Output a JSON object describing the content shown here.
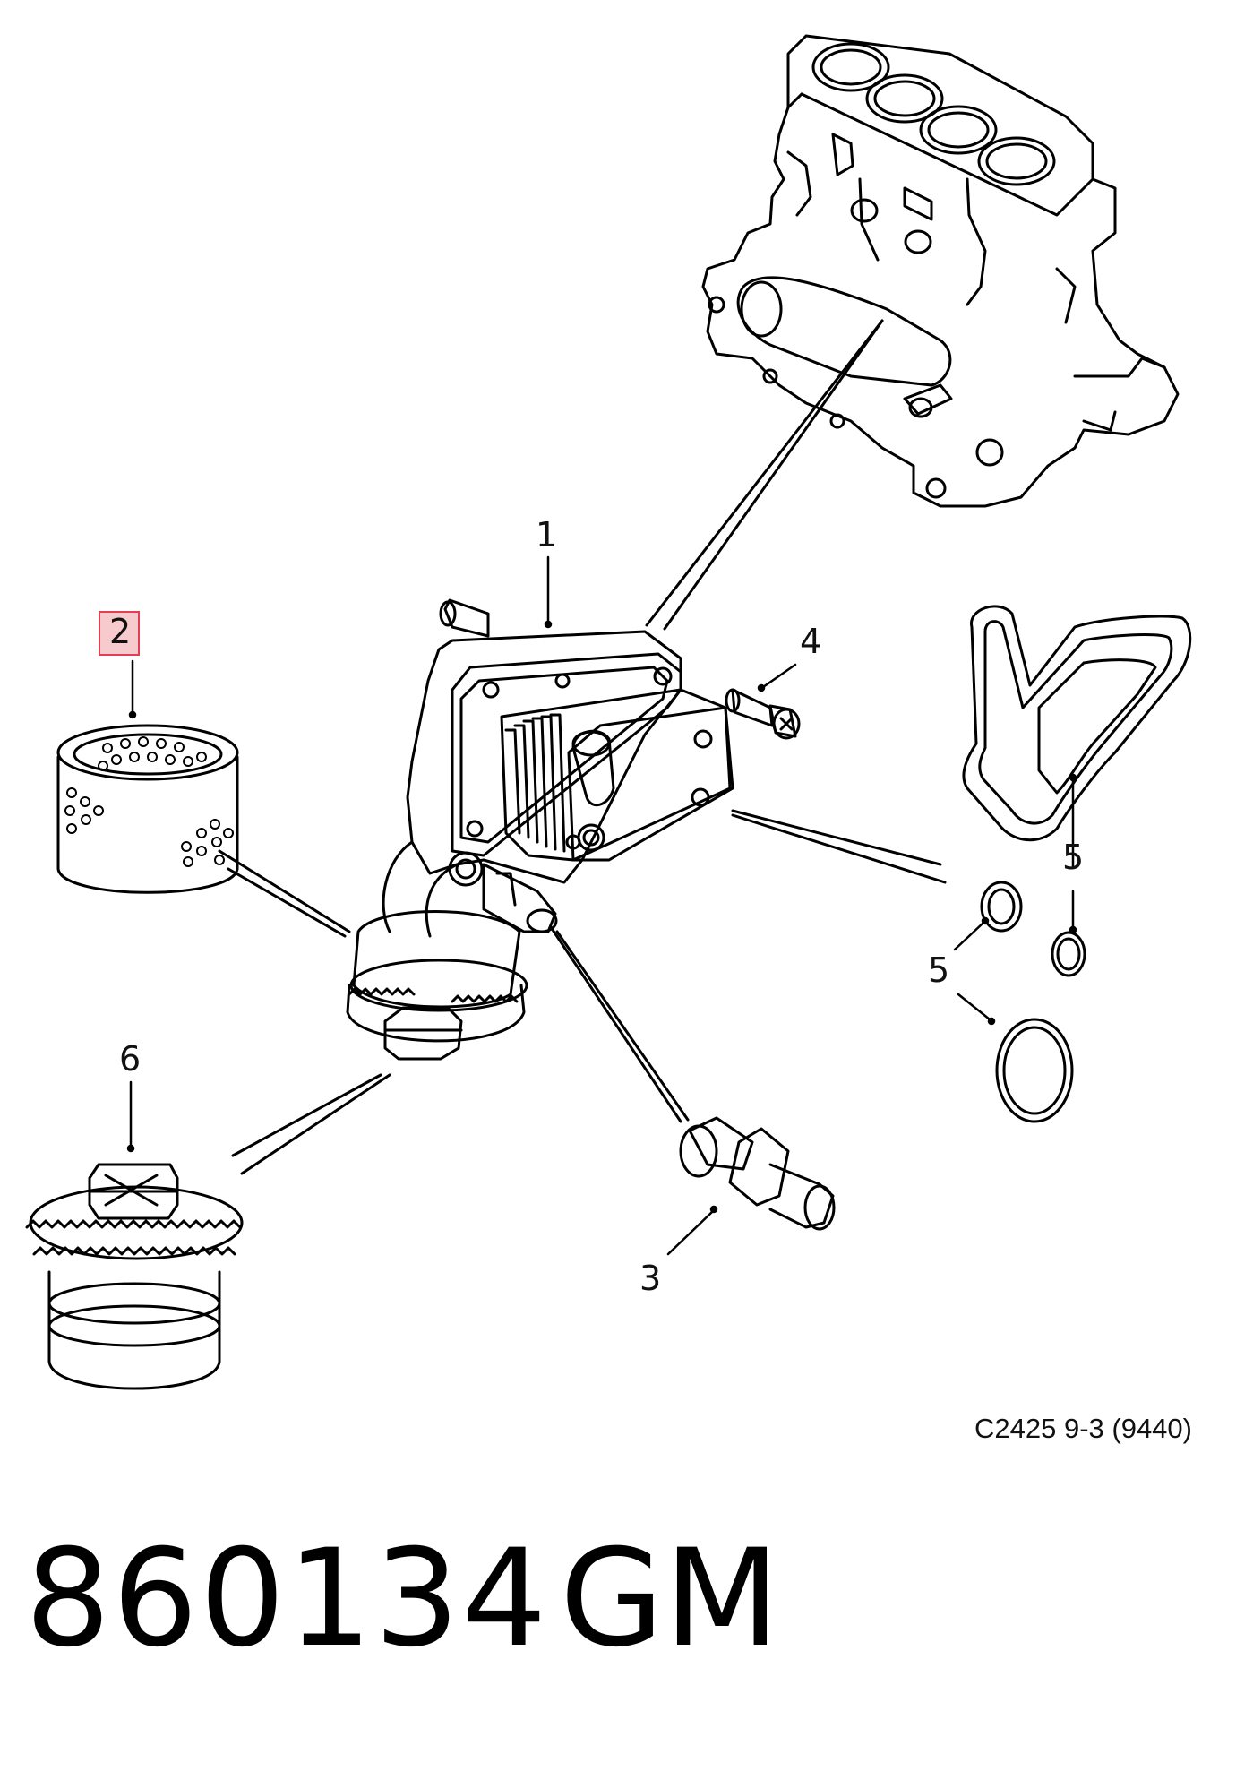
{
  "diagram": {
    "callouts": [
      {
        "id": "1",
        "label": "1"
      },
      {
        "id": "2",
        "label": "2",
        "highlighted": true
      },
      {
        "id": "3",
        "label": "3"
      },
      {
        "id": "4",
        "label": "4"
      },
      {
        "id": "5a",
        "label": "5"
      },
      {
        "id": "5b",
        "label": "5"
      },
      {
        "id": "6",
        "label": "6"
      }
    ],
    "code": "C2425 9-3 (9440)",
    "highlight_color": "#e04050"
  },
  "footer": {
    "part_number": "860134",
    "brand": "GM"
  }
}
